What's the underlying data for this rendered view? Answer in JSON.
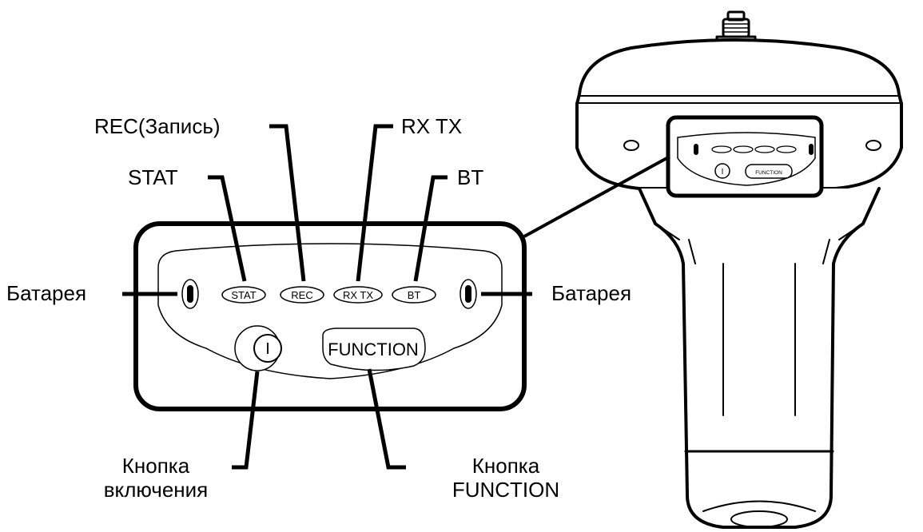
{
  "callouts": {
    "rec": "REC(Запись)",
    "rxtx": "RX TX",
    "stat": "STAT",
    "bt": "BT",
    "battery_left": "Батарея",
    "battery_right": "Батарея",
    "power_line1": "Кнопка",
    "power_line2": "включения",
    "function_line1": "Кнопка",
    "function_line2": "FUNCTION"
  },
  "panel": {
    "stat": "STAT",
    "rec": "REC",
    "rxtx": "RX TX",
    "bt": "BT",
    "power_symbol": "I",
    "function": "FUNCTION"
  },
  "device_small_panel": {
    "function": "FUNCTION",
    "power_symbol": "I"
  }
}
